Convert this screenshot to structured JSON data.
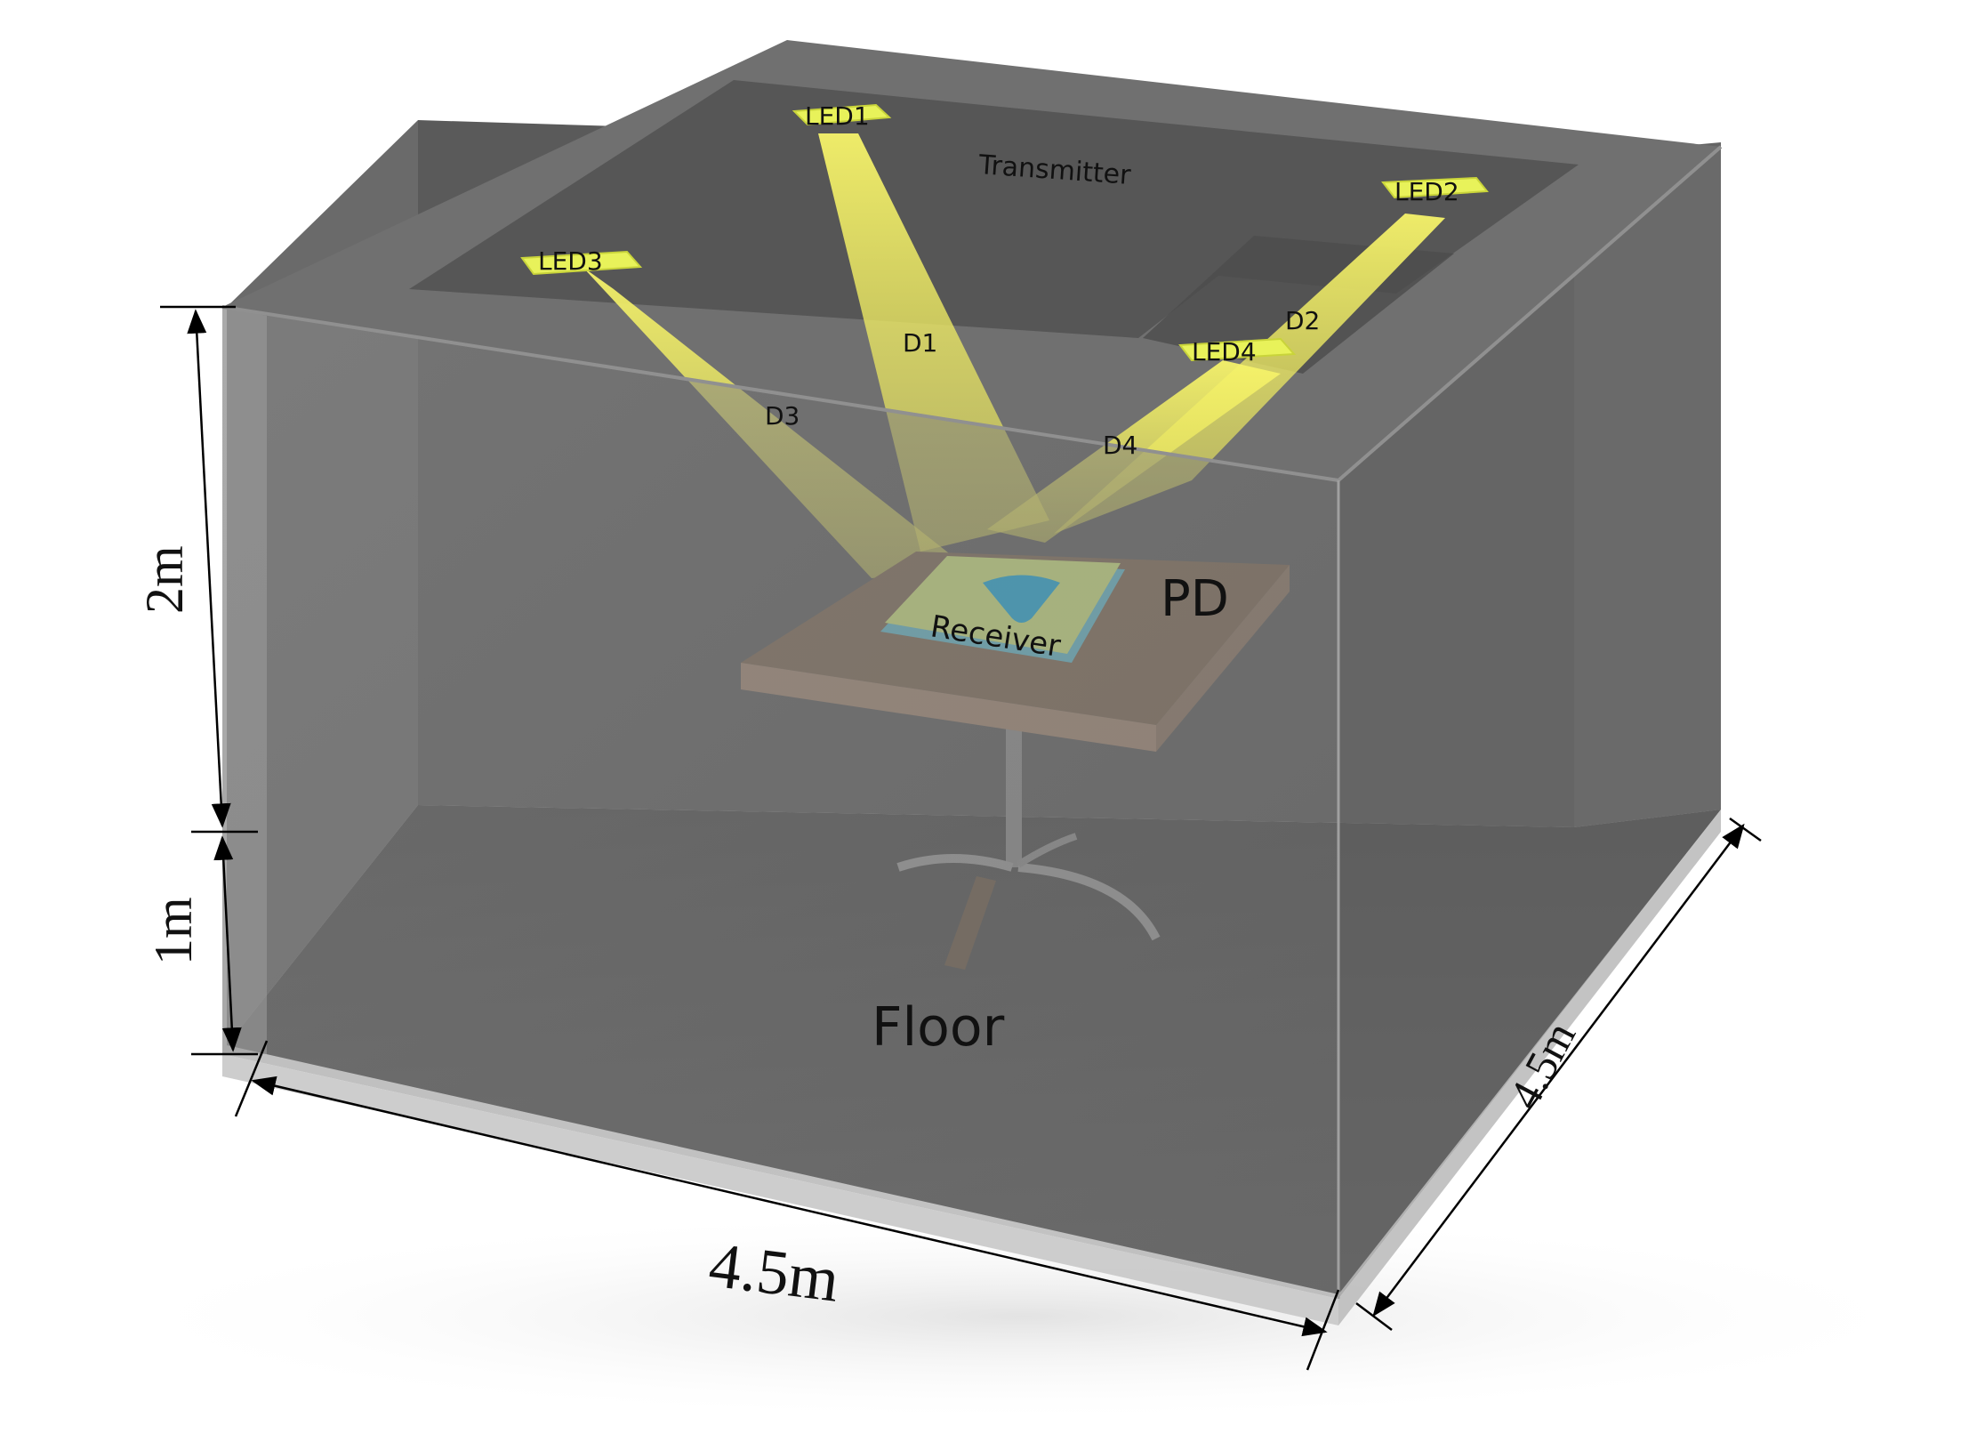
{
  "diagram": {
    "labels": {
      "led1": "LED1",
      "led2": "LED2",
      "led3": "LED3",
      "led4": "LED4",
      "transmitter": "Transmitter",
      "d1": "D1",
      "d2": "D2",
      "d3": "D3",
      "d4": "D4",
      "pd": "PD",
      "receiver": "Receiver",
      "floor": "Floor"
    },
    "dimensions": {
      "upper_height": "2m",
      "lower_height": "1m",
      "width": "4.5m",
      "depth": "4.5m"
    },
    "colors": {
      "room_wall": "#6e6e6e",
      "ceiling_inner": "#5f5f5f",
      "led": "#e8f25a",
      "beam": "#f2f060",
      "table_top": "#7a6550",
      "receiver_plate": "#c9e07a",
      "photodiode": "#1aa7d6"
    }
  }
}
